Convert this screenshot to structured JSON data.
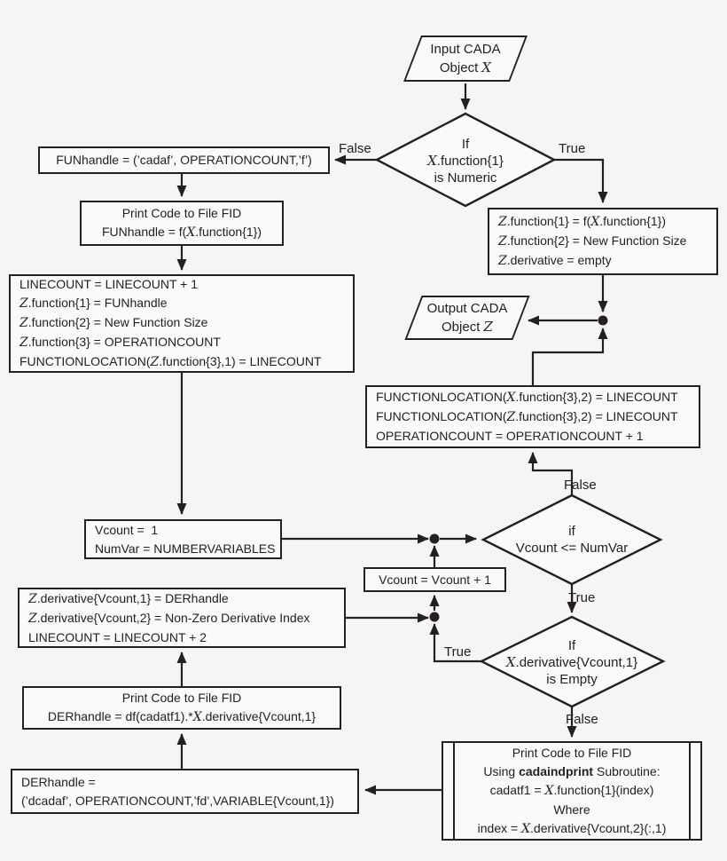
{
  "colors": {
    "ink": "#242021",
    "background": "#f6f5f4",
    "node_fill": "#fbfaf9"
  },
  "edge_labels": {
    "false_top": "False",
    "true_top": "True",
    "false_mid": "False",
    "true_mid": "True",
    "true_empty": "True",
    "false_bottom": "False"
  },
  "nodes": {
    "input_io": {
      "type": "io",
      "lines": [
        [
          "Input CADA"
        ],
        [
          "Object ",
          {
            "m": "X"
          }
        ]
      ]
    },
    "numeric_decision": {
      "type": "decision",
      "lines": [
        [
          "If"
        ],
        [
          {
            "m": "X"
          },
          ".function{1}"
        ],
        [
          "is Numeric"
        ]
      ]
    },
    "funhandle_box": {
      "type": "process",
      "lines": [
        [
          "FUNhandle = (’cadaf’, OPERATIONCOUNT,’f’)"
        ]
      ]
    },
    "print_fun_box": {
      "type": "process",
      "lines": [
        [
          "Print Code to File FID"
        ],
        [
          "FUNhandle = f(",
          {
            "m": "X"
          },
          ".function{1})"
        ]
      ]
    },
    "linecount_box": {
      "type": "process",
      "lines": [
        [
          "LINECOUNT = LINECOUNT + 1"
        ],
        [
          {
            "m": "Z"
          },
          ".function{1} = FUNhandle"
        ],
        [
          {
            "m": "Z"
          },
          ".function{2} = New Function Size"
        ],
        [
          {
            "m": "Z"
          },
          ".function{3} = OPERATIONCOUNT"
        ],
        [
          "FUNCTIONLOCATION(",
          {
            "m": "Z"
          },
          ".function{3},1) = LINECOUNT"
        ]
      ]
    },
    "zfunction_box": {
      "type": "process",
      "lines": [
        [
          {
            "m": "Z"
          },
          ".function{1} = f(",
          {
            "m": "X"
          },
          ".function{1})"
        ],
        [
          {
            "m": "Z"
          },
          ".function{2} = New Function Size"
        ],
        [
          {
            "m": "Z"
          },
          ".derivative = empty"
        ]
      ]
    },
    "output_io": {
      "type": "io",
      "lines": [
        [
          "Output CADA"
        ],
        [
          "Object ",
          {
            "m": "Z"
          }
        ]
      ]
    },
    "funcloc_box": {
      "type": "process",
      "lines": [
        [
          "FUNCTIONLOCATION(",
          {
            "m": "X"
          },
          ".function{3},2) = LINECOUNT"
        ],
        [
          "FUNCTIONLOCATION(",
          {
            "m": "Z"
          },
          ".function{3},2) = LINECOUNT"
        ],
        [
          "OPERATIONCOUNT = OPERATIONCOUNT + 1"
        ]
      ]
    },
    "vcount_init_box": {
      "type": "process",
      "lines": [
        [
          "Vcount =  1"
        ],
        [
          "NumVar = NUMBERVARIABLES"
        ]
      ]
    },
    "loop_decision": {
      "type": "decision",
      "lines": [
        [
          "if"
        ],
        [
          "Vcount <= NumVar"
        ]
      ]
    },
    "vcount_inc_box": {
      "type": "process",
      "lines": [
        [
          "Vcount = Vcount + 1"
        ]
      ]
    },
    "zderivative_box": {
      "type": "process",
      "lines": [
        [
          {
            "m": "Z"
          },
          ".derivative{Vcount,1} = DERhandle"
        ],
        [
          {
            "m": "Z"
          },
          ".derivative{Vcount,2} = Non-Zero Derivative Index"
        ],
        [
          "LINECOUNT = LINECOUNT + 2"
        ]
      ]
    },
    "empty_decision": {
      "type": "decision",
      "lines": [
        [
          "If"
        ],
        [
          {
            "m": "X"
          },
          ".derivative{Vcount,1}"
        ],
        [
          "is Empty"
        ]
      ]
    },
    "print_der_box": {
      "type": "process",
      "lines": [
        [
          "Print Code to File FID"
        ],
        [
          "DERhandle = df(cadatf1).*",
          {
            "m": "X"
          },
          ".derivative{Vcount,1}"
        ]
      ]
    },
    "derhandle_box": {
      "type": "process",
      "lines": [
        [
          "DERhandle ="
        ],
        [
          "(’dcadaf’, OPERATIONCOUNT,’fd’,VARIABLE{Vcount,1})"
        ]
      ]
    },
    "subroutine_box": {
      "type": "predefined-process",
      "lines": [
        [
          "Print Code to File FID"
        ],
        [
          "Using ",
          {
            "b": "cadaindprint"
          },
          " Subroutine:"
        ],
        [
          "cadatf1 = ",
          {
            "m": "X"
          },
          ".function{1}(index)"
        ],
        [
          "Where"
        ],
        [
          "index = ",
          {
            "m": "X"
          },
          ".derivative{Vcount,2}(:,1)"
        ]
      ]
    }
  }
}
